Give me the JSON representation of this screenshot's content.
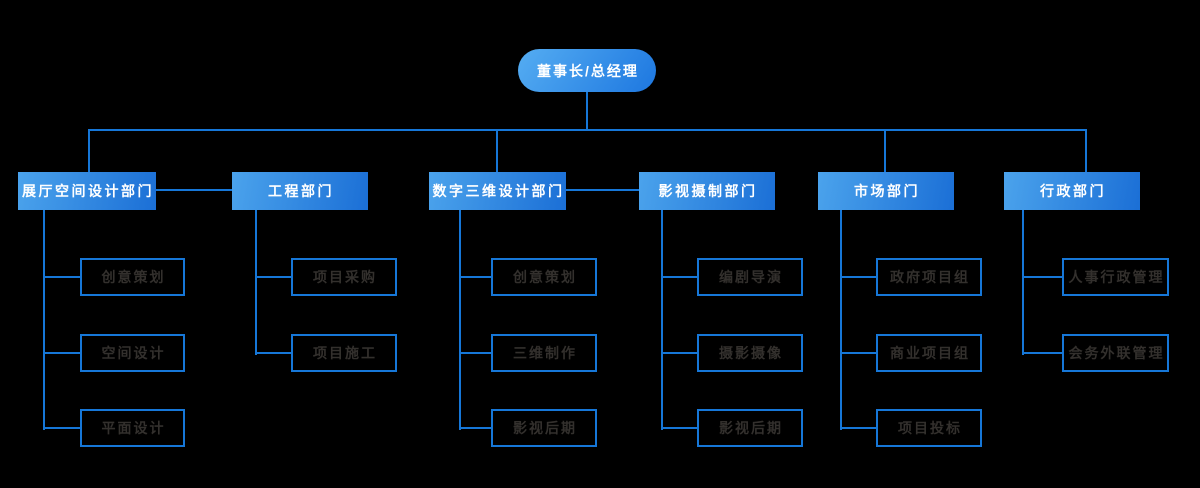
{
  "root_node": {
    "label": "董事长/总经理"
  },
  "departments": [
    {
      "label": "展厅空间设计部门",
      "children": [
        "创意策划",
        "空间设计",
        "平面设计"
      ]
    },
    {
      "label": "工程部门",
      "children": [
        "项目采购",
        "项目施工"
      ]
    },
    {
      "label": "数字三维设计部门",
      "children": [
        "创意策划",
        "三维制作",
        "影视后期"
      ]
    },
    {
      "label": "影视摄制部门",
      "children": [
        "编剧导演",
        "摄影摄像",
        "影视后期"
      ]
    },
    {
      "label": "市场部门",
      "children": [
        "政府项目组",
        "商业项目组",
        "项目投标"
      ]
    },
    {
      "label": "行政部门",
      "children": [
        "人事行政管理",
        "会务外联管理"
      ]
    }
  ],
  "colors": {
    "background": "#000000",
    "connector": "#1677d8",
    "dept_gradient_start": "#4ba3ec",
    "dept_gradient_end": "#1b6fd6",
    "root_gradient_start": "#55adf2",
    "root_gradient_end": "#1d77e0",
    "child_border": "#1677d8",
    "child_text": "#33302d",
    "dept_text": "#ffffff"
  }
}
